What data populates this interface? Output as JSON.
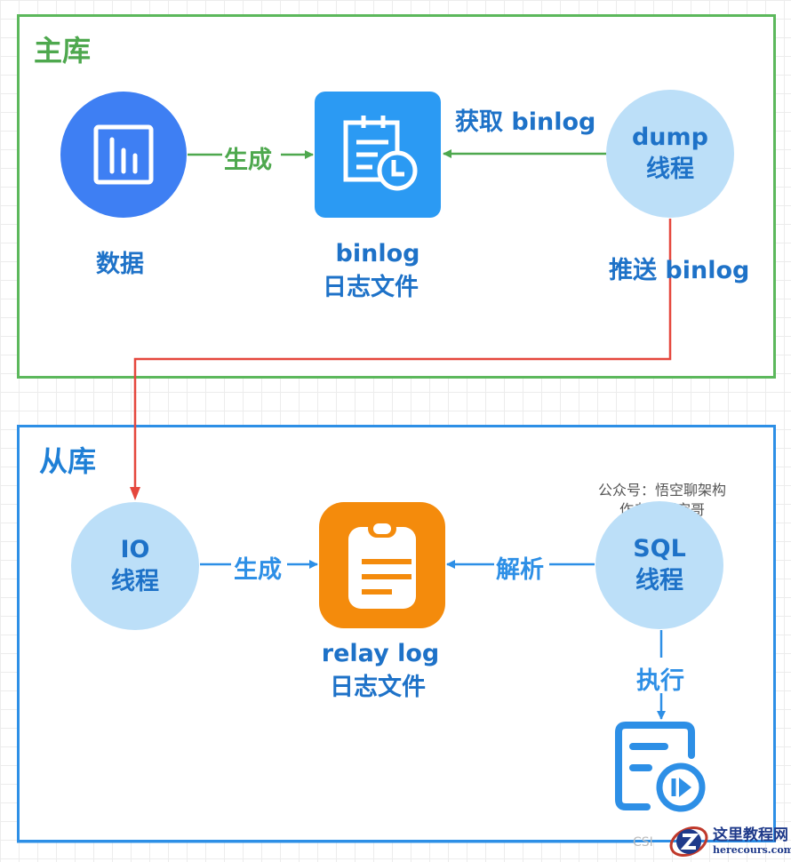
{
  "master": {
    "title": "主库",
    "data_node": {
      "label": "数据",
      "icon": "bar-chart-icon"
    },
    "generate_label": "生成",
    "binlog_node": {
      "label_line1": "binlog",
      "label_line2": "日志文件",
      "icon": "calendar-clock-icon"
    },
    "fetch_label": "获取 binlog",
    "dump_thread": {
      "line1": "dump",
      "line2": "线程"
    },
    "push_label": "推送 binlog"
  },
  "slave": {
    "title": "从库",
    "io_thread": {
      "line1": "IO",
      "line2": "线程"
    },
    "generate_label": "生成",
    "relay_node": {
      "label_line1": "relay log",
      "label_line2": "日志文件",
      "icon": "clipboard-icon"
    },
    "parse_label": "解析",
    "sql_thread": {
      "line1": "SQL",
      "line2": "线程"
    },
    "execute_label": "执行",
    "execute_icon": "document-play-icon"
  },
  "credit": {
    "line1": "公众号：悟空聊架构",
    "line2": "作者：悟空哥"
  },
  "watermark": {
    "cn": "这里教程网",
    "en": "herecours.com",
    "faint": "CSI"
  },
  "colors": {
    "master_border": "#5cb85c",
    "slave_border": "#2d8fe6",
    "push_arrow": "#e5473d",
    "binlog_icon_bg": "#2b9af3",
    "relay_icon_bg": "#f48b0c",
    "thread_circle": "#bcdff8",
    "data_circle": "#3e7ff3"
  }
}
